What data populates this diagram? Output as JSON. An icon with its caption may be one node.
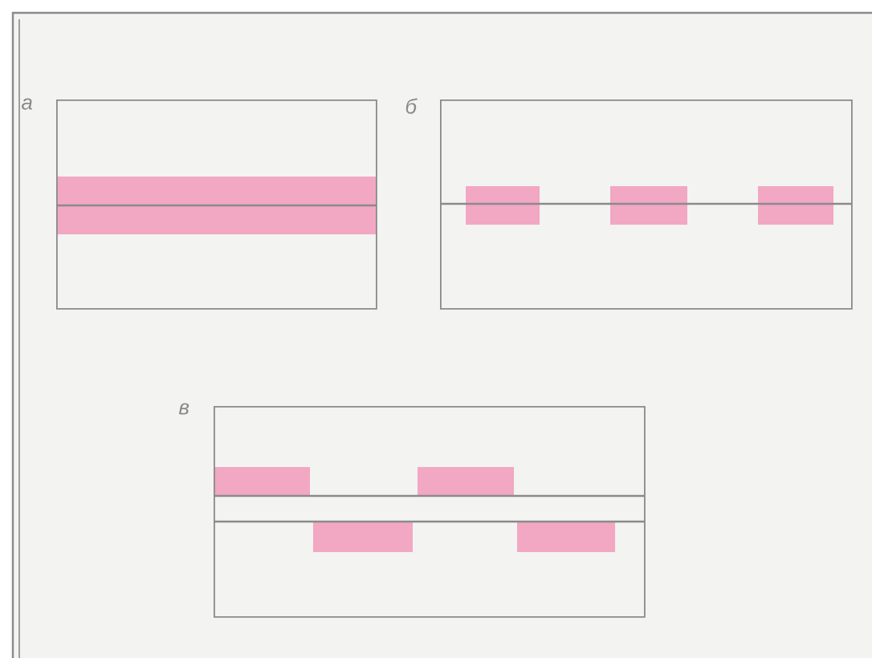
{
  "diagram": {
    "nodes": [
      {
        "text": [
          "а"
        ]
      },
      {
        "text": [
          "б"
        ]
      },
      {
        "text": [
          "в"
        ]
      }
    ]
  }
}
